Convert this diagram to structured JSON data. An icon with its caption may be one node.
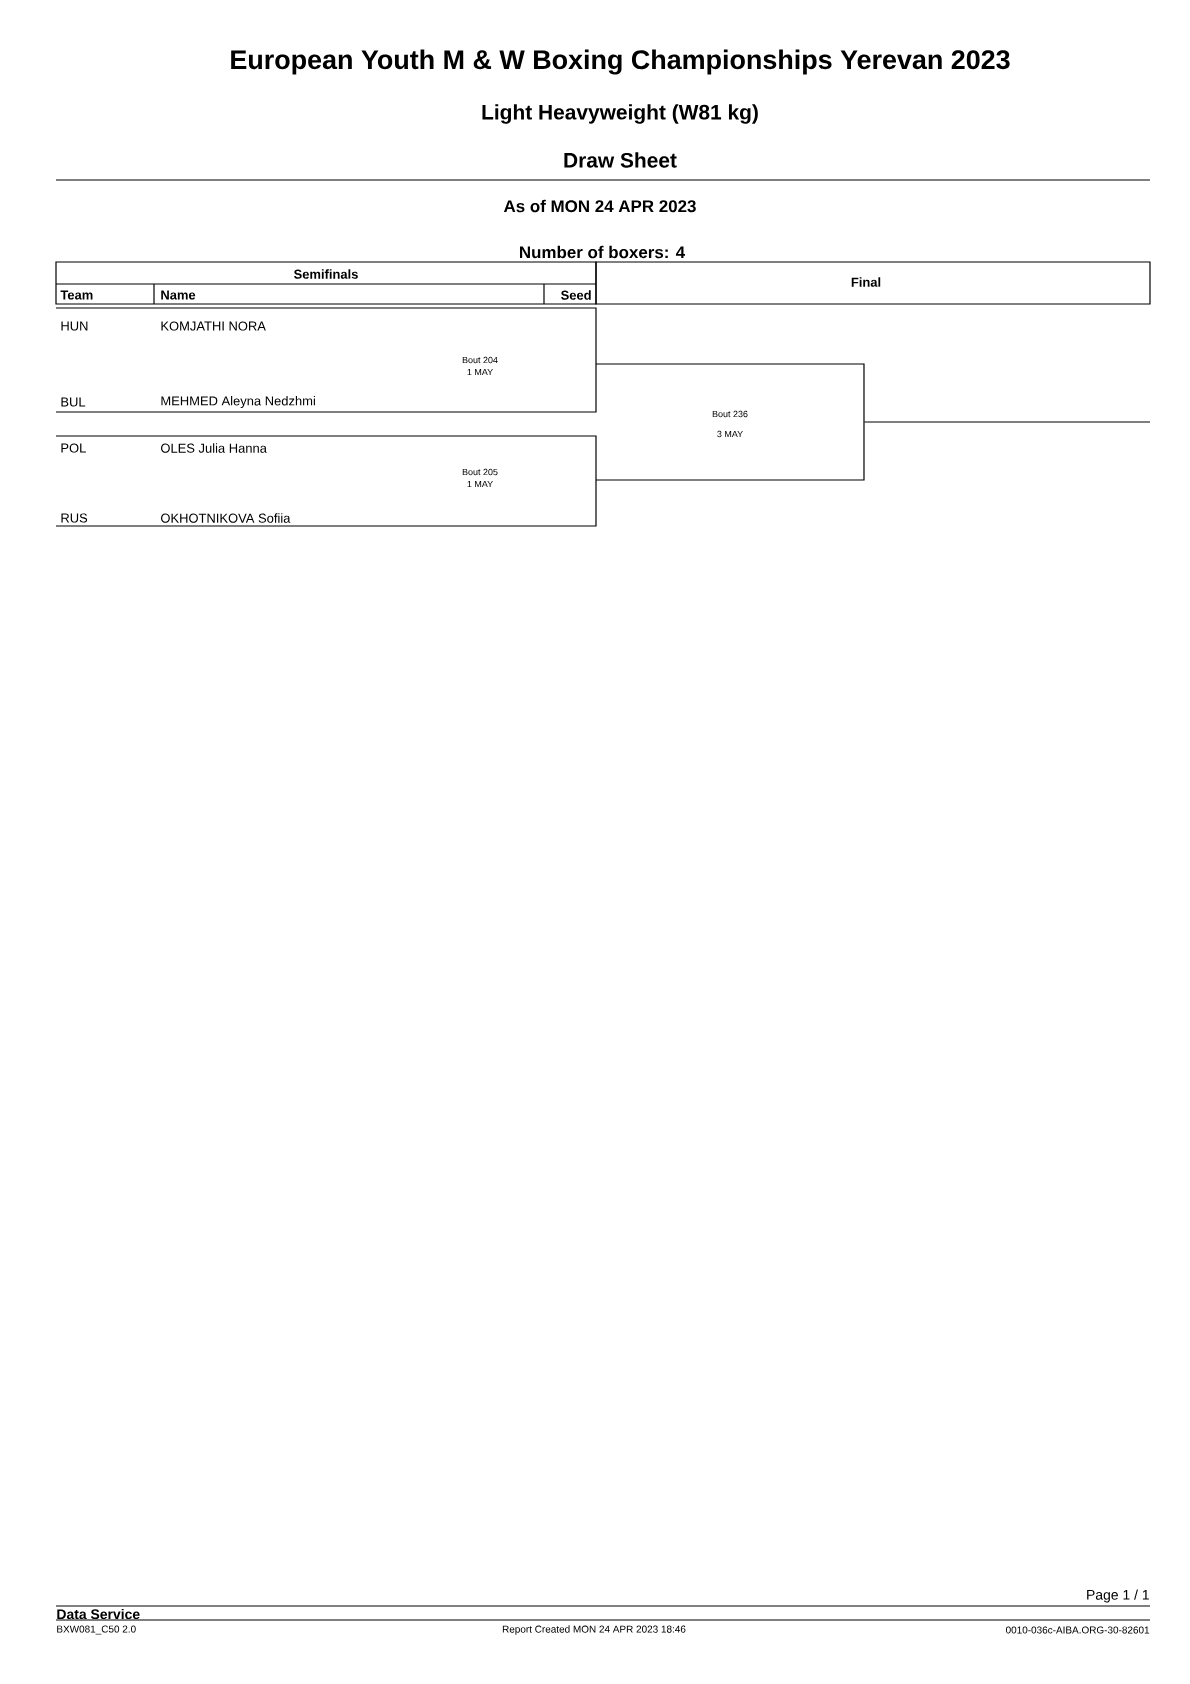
{
  "diagram": {
    "title": "European Youth M & W Boxing Championships Yerevan 2023",
    "nodes": [
      {
        "text": [
          "Bout 204",
          "1 MAY"
        ]
      },
      {
        "text": [
          "Bout 205",
          "1 MAY"
        ]
      },
      {
        "text": [
          "Bout 236",
          "3 MAY"
        ]
      }
    ],
    "edges": [
      {
        "from": null,
        "to": 2,
        "arrow": "none"
      }
    ],
    "labels": [
      "Light Heavyweight (W81 kg)",
      "Draw Sheet",
      "As of MON 24 APR 2023",
      "Number of boxers: 4",
      "Semifinals",
      "Final",
      "Team",
      "Name",
      "Seed",
      "HUN",
      "KOMJATHI NORA",
      "BUL",
      "MEHMED Aleyna Nedzhmi",
      "POL",
      "OLES Julia Hanna",
      "RUS",
      "OKHOTNIKOVA Sofiia",
      "Page 1 / 1",
      "Data Service",
      "BXW081_C50 2.0",
      "Report Created  MON 24 APR 2023 18:46",
      "0010-036c-AIBA.ORG-30-82601"
    ]
  }
}
